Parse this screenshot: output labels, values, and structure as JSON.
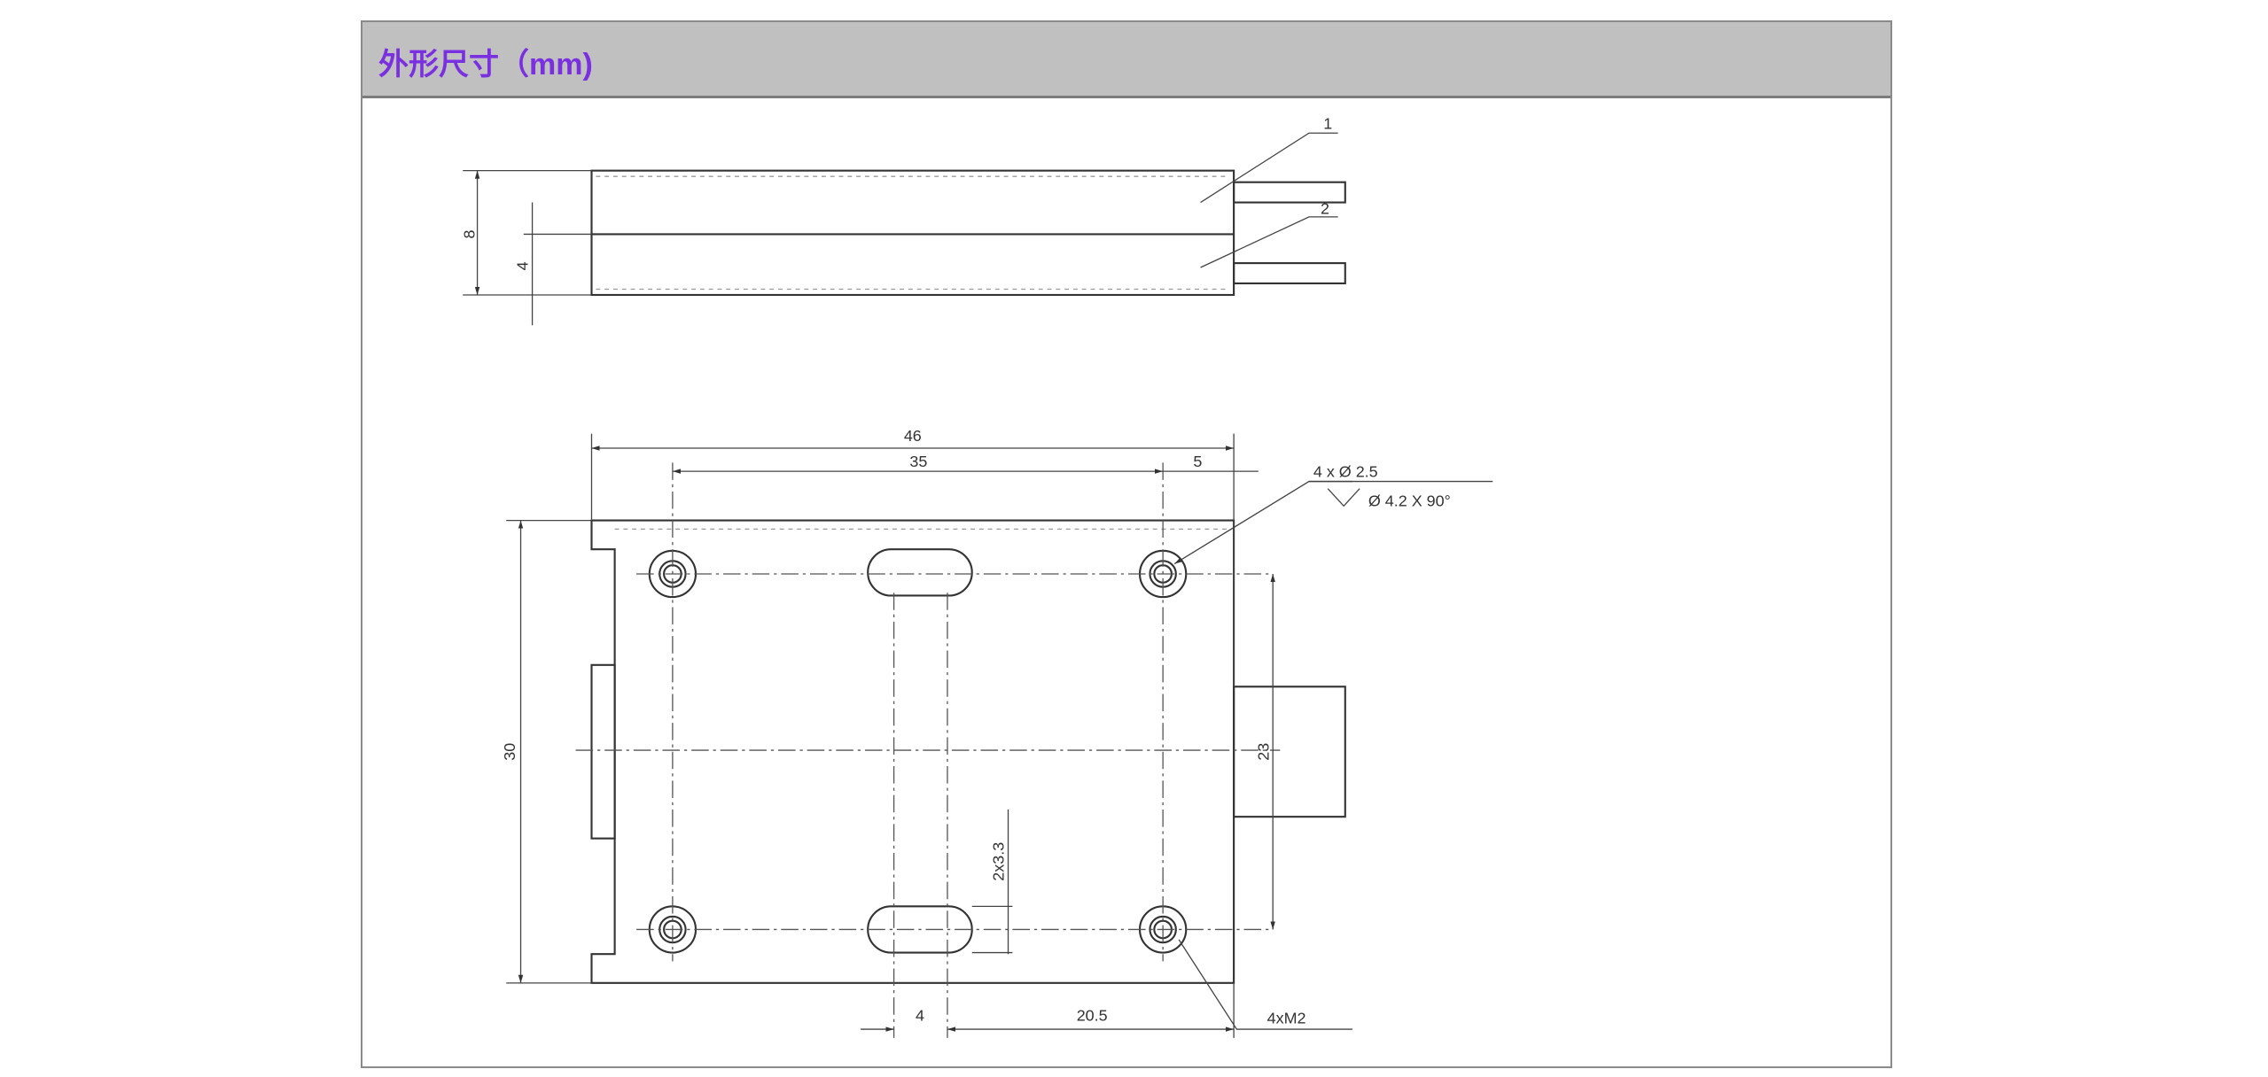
{
  "header": {
    "title": "外形尺寸（mm)"
  },
  "drawing": {
    "top_view": {
      "dim_total": "8",
      "dim_half": "4",
      "callout_1": "1",
      "callout_2": "2"
    },
    "bottom_view": {
      "dim_width": "46",
      "dim_hole_spacing_x": "35",
      "dim_edge_offset": "5",
      "dim_height": "30",
      "dim_hole_spacing_y": "23",
      "dim_slot": "2x3.3",
      "dim_slot_width": "4",
      "dim_slot_to_edge": "20.5",
      "hole_note": "4 x Ø 2.5",
      "countersink_note": "Ø 4.2 X 90°",
      "thread_note": "4xM2"
    }
  }
}
